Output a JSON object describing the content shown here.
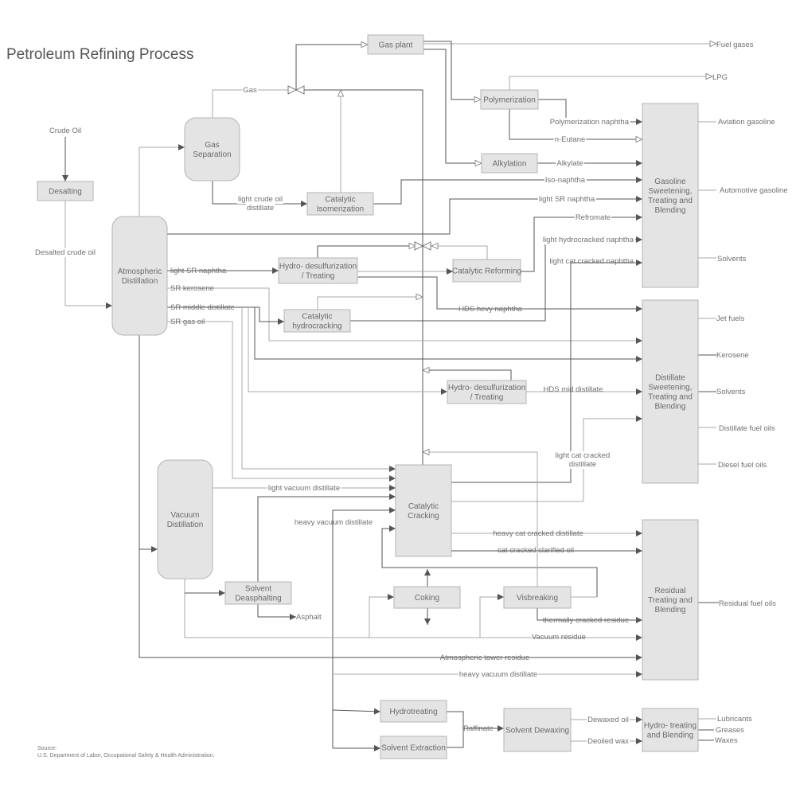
{
  "title": "Petroleum Refining Process",
  "source": {
    "line1": "Source:",
    "line2": "U.S. Department of Labor, Occupational Safety & Health Administration."
  },
  "colors": {
    "node_fill": "#e4e4e4",
    "node_stroke": "#b4b4b4",
    "line_dark": "#555555",
    "line_light": "#a8a8a8",
    "text": "#6a6a6a"
  },
  "nodes": {
    "desalting": [
      "Desalting"
    ],
    "atmospheric_distillation": [
      "Atmospheric",
      "Distillation"
    ],
    "gas_separation": [
      "Gas",
      "Separation"
    ],
    "catalytic_isomerization": [
      "Catalytic",
      "Isomerization"
    ],
    "gas_plant": [
      "Gas plant"
    ],
    "polymerization": [
      "Polymerization"
    ],
    "alkylation": [
      "Alkylation"
    ],
    "hds_treating_1": [
      "Hydro- desulfurization",
      "/ Treating"
    ],
    "catalytic_reforming": [
      "Catalytic Reforming"
    ],
    "catalytic_hydrocracking": [
      "Catalytic",
      "hydrocracking"
    ],
    "hds_treating_2": [
      "Hydro- desulfurization",
      "/ Treating"
    ],
    "gasoline_blending": [
      "Gasoline",
      "Sweetening,",
      "Treating and",
      "Blending"
    ],
    "distillate_blending": [
      "Distillate",
      "Sweetening,",
      "Treating and",
      "Blending"
    ],
    "vacuum_distillation": [
      "Vacuum",
      "Distillation"
    ],
    "catalytic_cracking": [
      "Catalytic",
      "Cracking"
    ],
    "solvent_deasphalting": [
      "Solvent",
      "Deasphalting"
    ],
    "coking": [
      "Coking"
    ],
    "visbreaking": [
      "Visbreaking"
    ],
    "residual_blending": [
      "Residual",
      "Treating and",
      "Blending"
    ],
    "hydrotreating": [
      "Hydrotreating"
    ],
    "solvent_extraction": [
      "Solvent Extraction"
    ],
    "solvent_dewaxing": [
      "Solvent Dewaxing"
    ],
    "hydrotreating_blending": [
      "Hydro- treating",
      "and Blending"
    ]
  },
  "labels": {
    "crude_oil": "Crude Oil",
    "desalted_crude_oil": "Desalted crude oil",
    "gas": "Gas",
    "light_crude_oil_distillate": [
      "light crude oil",
      "distillate"
    ],
    "light_sr_naphtha_a": "light SR naphtha",
    "sr_kerosene": "SR kerosene",
    "sr_middle_distillate": "SR middle distillate",
    "sr_gas_oil": "SR gas oil",
    "polymerization_naphtha": "Polymerization naphtha",
    "n_eutane": "n-Eutane",
    "alkylate": "Alkylate",
    "iso_naphtha": "Iso-naphtha",
    "light_sr_naphtha_b": "light SR naphtha",
    "refromate": "Refromate",
    "light_hydrocracked_naphtha": "light hydrocracked naphtha",
    "light_cat_cracked_naphtha": "light cat cracked naphtha",
    "hds_hevy_naphtha": "HDS hevy naphtha",
    "hds_mid_distillate": "HDS mid distillate",
    "light_cat_cracked_distillate": [
      "light cat cracked",
      "distillate"
    ],
    "light_vacuum_distillate": "light vacuum distillate",
    "heavy_vacuum_distillate_a": "heavy vacuum distillate",
    "heavy_cat_cracked_distillate": "heavy cat cracked distillate",
    "cat_cracked_clarified_oil": "cat cracked clarified oil",
    "asphalt": "Asphalt",
    "thermally_cracked_residue": "thermally cracked residue",
    "vacuum_residue": "Vacuum residue",
    "atmospheric_tower_residue": "Atmospheric tower residue",
    "heavy_vacuum_distillate_b": "heavy vacuum distillate",
    "raffinate": "Raffinate",
    "dewaxed_oil": "Dewaxed oil",
    "deoiled_wax": "Deoiled wax"
  },
  "outputs": {
    "fuel_gases": "Fuel gases",
    "lpg": "LPG",
    "aviation_gasoline": "Aviation gasoline",
    "automotive_gasoline": "Automotive gasoline",
    "solvents_gasoline": "Solvents",
    "jet_fuels": "Jet fuels",
    "kerosene": "Kerosene",
    "solvents_distillate": "Solvents",
    "distillate_fuel_oils": "Distillate fuel oils",
    "diesel_fuel_oils": "Diesel fuel oils",
    "residual_fuel_oils": "Residual fuel oils",
    "lubricants": "Lubricants",
    "greases": "Greases",
    "waxes": "Waxes"
  }
}
